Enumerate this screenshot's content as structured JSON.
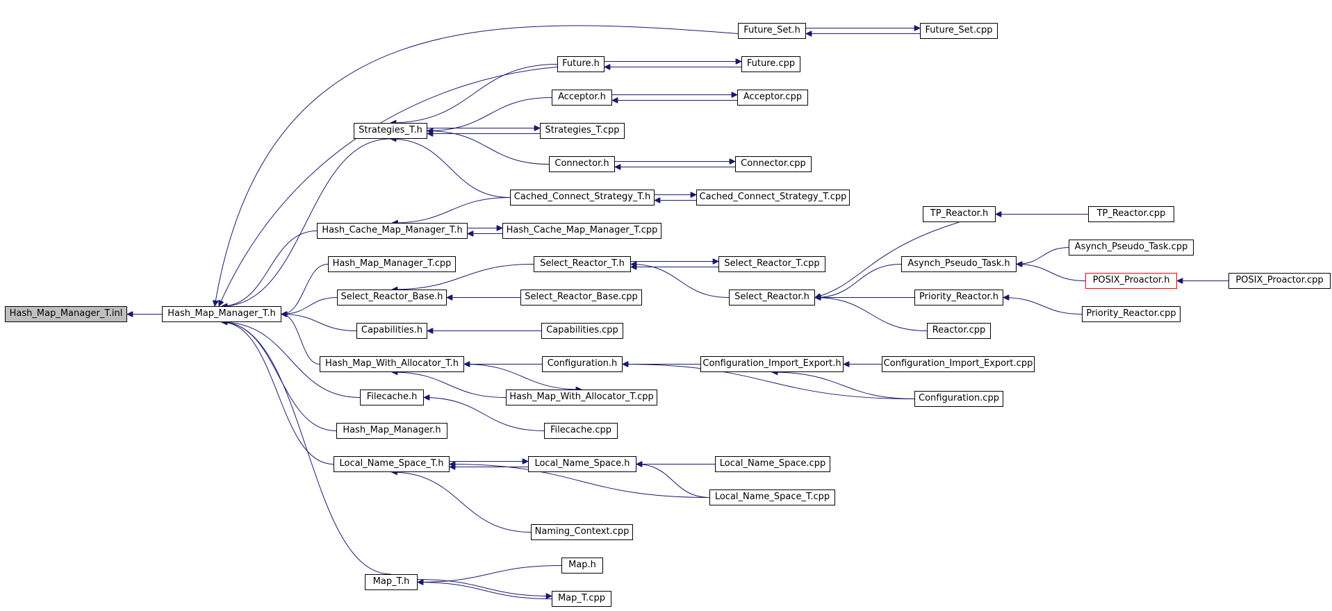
{
  "graph": {
    "edge_color": "#191970",
    "root_fill": "#bfbfbf",
    "highlight_border": "#ff0000",
    "nodes": {
      "hmm_inl": "Hash_Map_Manager_T.inl",
      "hmm_h": "Hash_Map_Manager_T.h",
      "future_set_h": "Future_Set.h",
      "future_set_cpp": "Future_Set.cpp",
      "future_h": "Future.h",
      "future_cpp": "Future.cpp",
      "acceptor_h": "Acceptor.h",
      "acceptor_cpp": "Acceptor.cpp",
      "strategies_h": "Strategies_T.h",
      "strategies_cpp": "Strategies_T.cpp",
      "connector_h": "Connector.h",
      "connector_cpp": "Connector.cpp",
      "ccs_h": "Cached_Connect_Strategy_T.h",
      "ccs_cpp": "Cached_Connect_Strategy_T.cpp",
      "hcmm_h": "Hash_Cache_Map_Manager_T.h",
      "hcmm_cpp": "Hash_Cache_Map_Manager_T.cpp",
      "hmm_cpp": "Hash_Map_Manager_T.cpp",
      "sel_reactor_t_h": "Select_Reactor_T.h",
      "sel_reactor_t_cpp": "Select_Reactor_T.cpp",
      "sel_reactor_base_h": "Select_Reactor_Base.h",
      "sel_reactor_base_cpp": "Select_Reactor_Base.cpp",
      "sel_reactor_h": "Select_Reactor.h",
      "tp_reactor_h": "TP_Reactor.h",
      "tp_reactor_cpp": "TP_Reactor.cpp",
      "asynch_h": "Asynch_Pseudo_Task.h",
      "asynch_cpp": "Asynch_Pseudo_Task.cpp",
      "posix_h": "POSIX_Proactor.h",
      "posix_cpp": "POSIX_Proactor.cpp",
      "priority_h": "Priority_Reactor.h",
      "priority_cpp": "Priority_Reactor.cpp",
      "reactor_cpp": "Reactor.cpp",
      "capabilities_h": "Capabilities.h",
      "capabilities_cpp": "Capabilities.cpp",
      "hmwa_h": "Hash_Map_With_Allocator_T.h",
      "hmwa_cpp": "Hash_Map_With_Allocator_T.cpp",
      "config_h": "Configuration.h",
      "config_ie_h": "Configuration_Import_Export.h",
      "config_ie_cpp": "Configuration_Import_Export.cpp",
      "config_cpp": "Configuration.cpp",
      "filecache_h": "Filecache.h",
      "filecache_cpp": "Filecache.cpp",
      "hmm_plain_h": "Hash_Map_Manager.h",
      "lns_t_h": "Local_Name_Space_T.h",
      "lns_h": "Local_Name_Space.h",
      "lns_cpp": "Local_Name_Space.cpp",
      "lns_t_cpp": "Local_Name_Space_T.cpp",
      "naming_cpp": "Naming_Context.cpp",
      "map_t_h": "Map_T.h",
      "map_h": "Map.h",
      "map_t_cpp": "Map_T.cpp"
    }
  }
}
